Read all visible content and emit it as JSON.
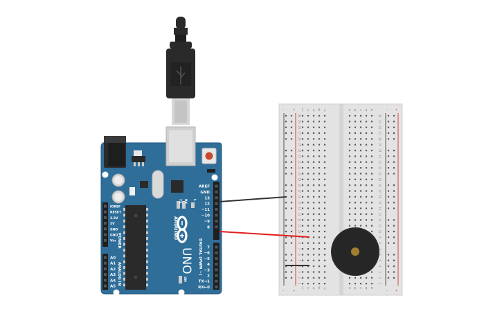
{
  "board": {
    "model": "UNO",
    "brand": "ARDUINO",
    "left_pins": [
      "IOREF",
      "RESET",
      "3.3V",
      "5V",
      "GND",
      "GND",
      "Vin"
    ],
    "analog_pins": [
      "A0",
      "A1",
      "A2",
      "A3",
      "A4",
      "A5"
    ],
    "power_header": "POWER",
    "analog_header": "ANALOG IN",
    "right_pins": [
      "AREF",
      "GND",
      "13",
      "12",
      "~11",
      "~10",
      "~9",
      "8",
      "7",
      "~6",
      "~5",
      "4",
      "~3",
      "2",
      "TX→1",
      "RX←0"
    ],
    "digital_header": "DIGITAL (PWM ~)",
    "led_labels": [
      "TX",
      "RX",
      "L"
    ],
    "on_label": "ON"
  },
  "breadboard": {
    "column_letters_top": [
      "j",
      "i",
      "h",
      "g",
      "f",
      "e",
      "d",
      "c",
      "b",
      "a"
    ],
    "rail_minus": "−",
    "rail_plus": "+",
    "row_count": 30
  },
  "components": {
    "buzzer": "piezo-buzzer",
    "wires": [
      {
        "name": "gnd-wire",
        "color": "#333333"
      },
      {
        "name": "signal-wire",
        "color": "#e02020"
      }
    ]
  },
  "colors": {
    "board_blue": "#2f6e99",
    "board_edge": "#245a80",
    "breadboard": "#e3e3e3",
    "rail_red": "#d9413a",
    "rail_dark": "#555555",
    "usb_black": "#2a2a2a"
  }
}
